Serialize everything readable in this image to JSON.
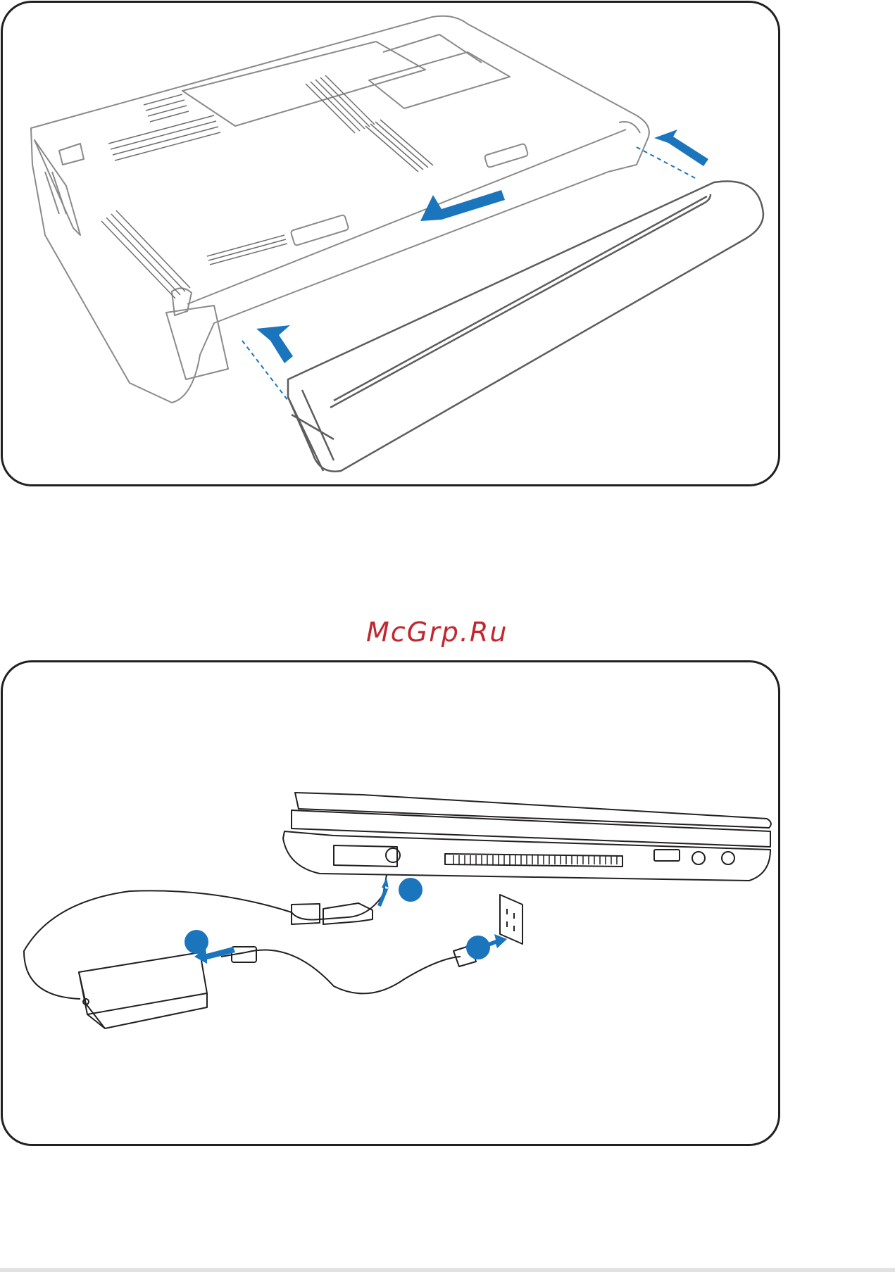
{
  "watermark": {
    "text": "McGrp.Ru"
  },
  "colors": {
    "outline": "#231f20",
    "arrow": "#1b75bc",
    "line_art": "#7a7a7a",
    "watermark": "#c1272d"
  },
  "figures": {
    "battery": {
      "icons": [
        "laptop-bottom-illustration",
        "battery-pack-illustration",
        "insert-arrow-icon"
      ]
    },
    "power": {
      "icons": [
        "laptop-side-illustration",
        "power-adapter-illustration",
        "wall-outlet-icon",
        "step-marker-icon"
      ]
    }
  }
}
